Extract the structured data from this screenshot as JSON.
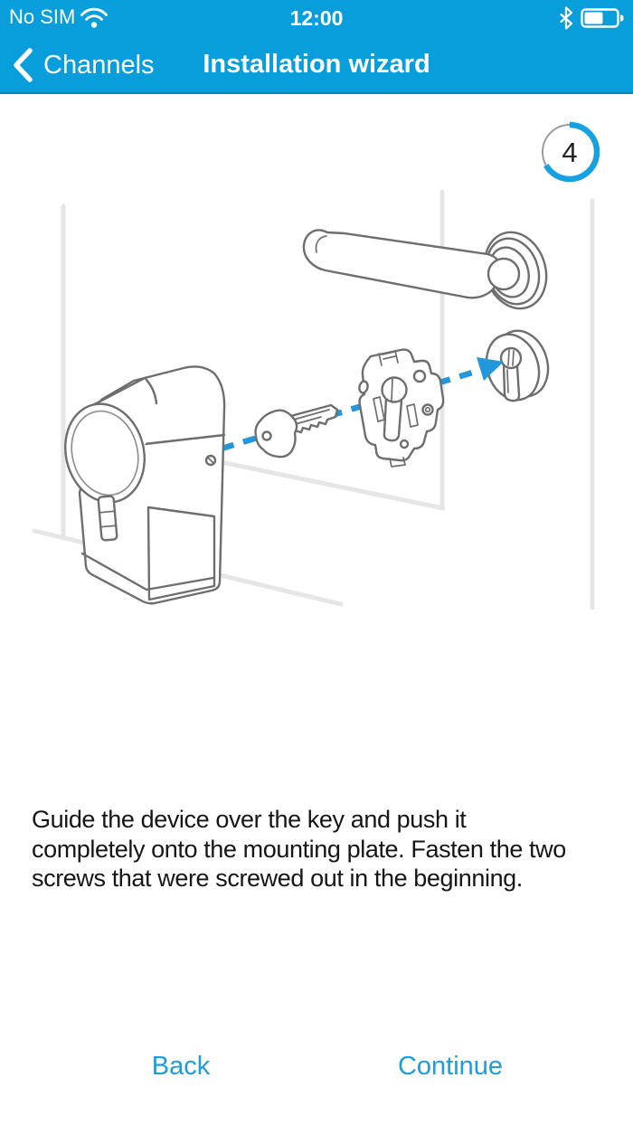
{
  "colors": {
    "header_bg": "#089EDC",
    "accent_text": "#1E9CDB",
    "arrow_blue": "#2397DB",
    "ring_blue": "#18A1E2",
    "ring_track": "#9B9B9B",
    "line_art": "#6E6E6E",
    "bg_line": "#E6E6E6",
    "text": "#161616"
  },
  "status_bar": {
    "carrier": "No SIM",
    "time": "12:00",
    "icons": [
      "wifi-icon",
      "bluetooth-icon",
      "battery-icon"
    ],
    "battery_level": 0.6
  },
  "nav_bar": {
    "back_label": "Channels",
    "title": "Installation wizard"
  },
  "wizard": {
    "step_number": "4",
    "progress_fraction": 0.667
  },
  "illustration": {
    "description": "Exploded line drawing: smart lock drive device, key and mounting plate aligned along a blue dashed arrow that points into the door cylinder keyhole below the door handle",
    "parts": [
      "lock-drive-device",
      "key",
      "mounting-plate",
      "door-handle",
      "keyhole-escutcheon",
      "guide-arrow"
    ]
  },
  "instruction": {
    "lines": [
      "Guide the device over the key and push it",
      "completely onto the mounting plate. Fasten the two",
      "screws that were screwed out in the beginning."
    ]
  },
  "footer": {
    "back_label": "Back",
    "continue_label": "Continue"
  }
}
